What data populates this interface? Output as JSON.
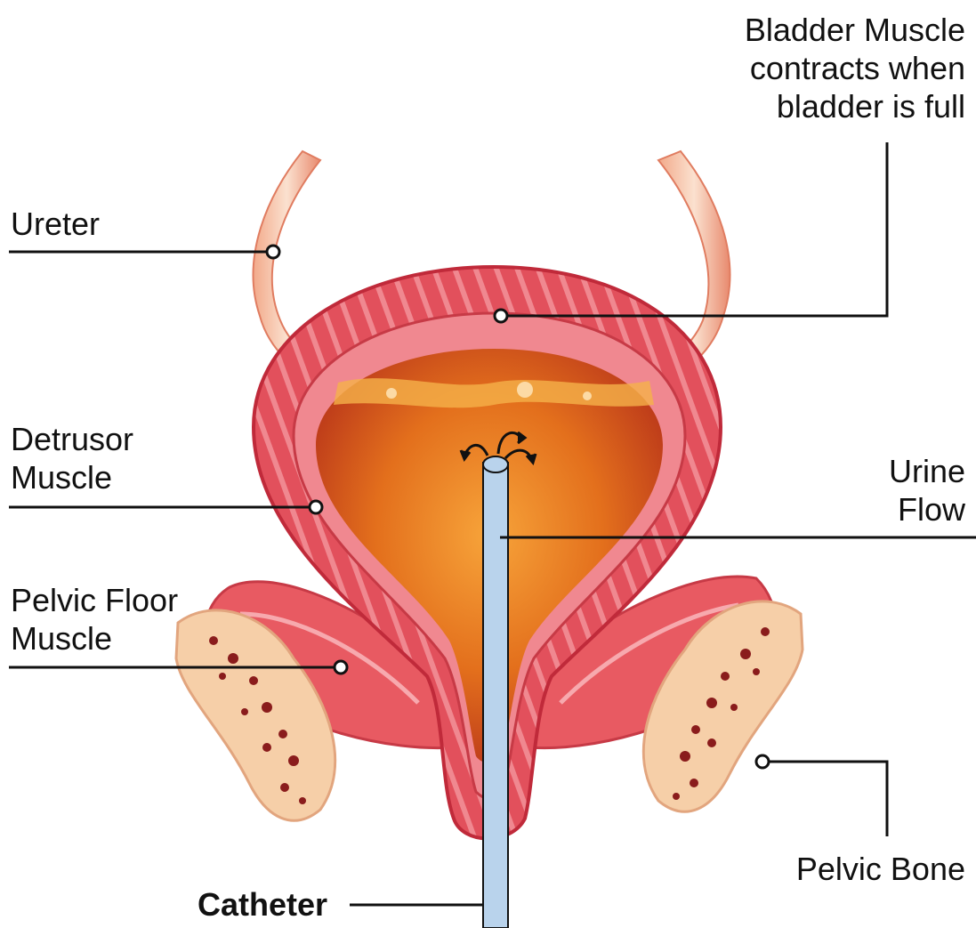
{
  "labels": {
    "bladder_muscle": [
      "Bladder Muscle",
      "contracts when",
      "bladder is full"
    ],
    "ureter": [
      "Ureter"
    ],
    "detrusor": [
      "Detrusor",
      "Muscle"
    ],
    "urine_flow": [
      "Urine",
      "Flow"
    ],
    "pelvic_floor": [
      "Pelvic Floor",
      "Muscle"
    ],
    "pelvic_bone": [
      "Pelvic Bone"
    ],
    "catheter": "Catheter"
  },
  "colors": {
    "muscle": "#d83a4a",
    "muscle_light": "#ec7880",
    "urine": "#e8801f",
    "catheter": "#b9d3ec",
    "bone": "#f6cfa8",
    "leader": "#111111"
  }
}
